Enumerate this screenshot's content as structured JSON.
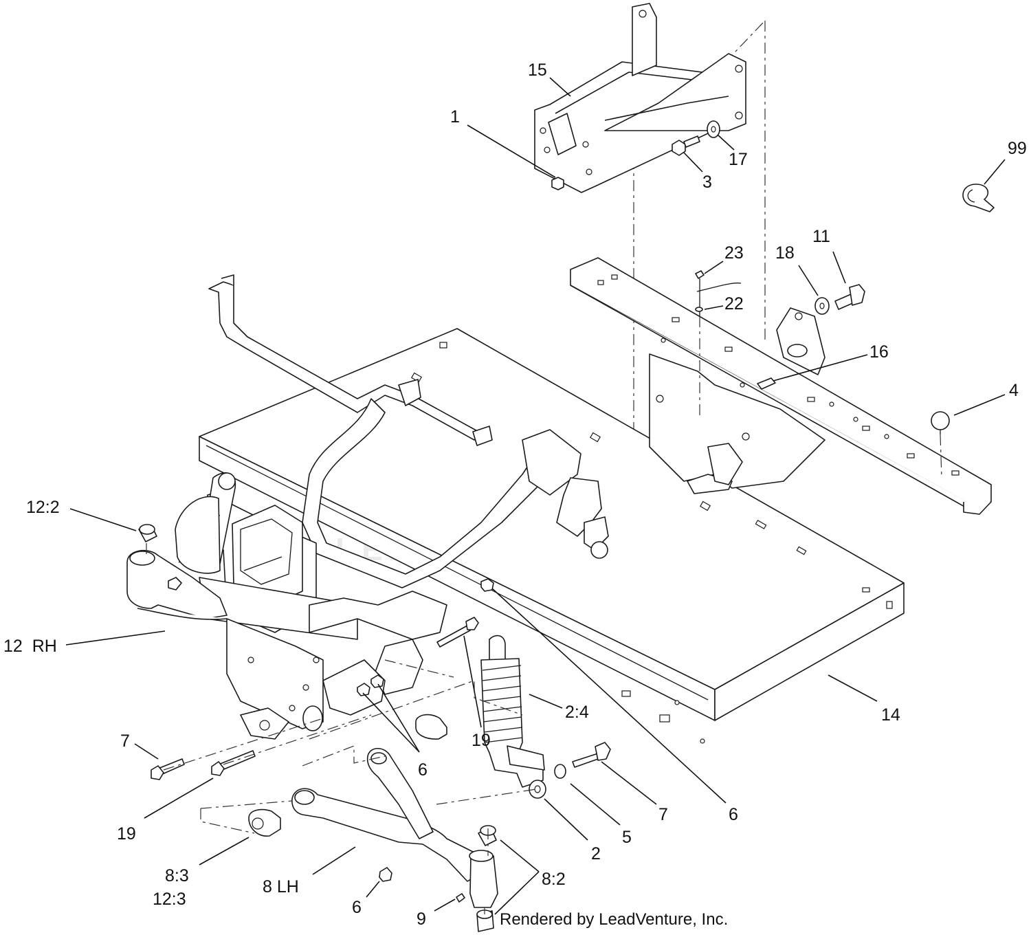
{
  "diagram": {
    "callouts": [
      {
        "id": "c1",
        "label": "1"
      },
      {
        "id": "c15",
        "label": "15"
      },
      {
        "id": "c17",
        "label": "17"
      },
      {
        "id": "c3",
        "label": "3"
      },
      {
        "id": "c99",
        "label": "99"
      },
      {
        "id": "c23",
        "label": "23"
      },
      {
        "id": "c18",
        "label": "18"
      },
      {
        "id": "c11",
        "label": "11"
      },
      {
        "id": "c22",
        "label": "22"
      },
      {
        "id": "c16",
        "label": "16"
      },
      {
        "id": "c4",
        "label": "4"
      },
      {
        "id": "c12_2",
        "label": "12:2"
      },
      {
        "id": "c12rh",
        "label": "12  RH"
      },
      {
        "id": "c14",
        "label": "14"
      },
      {
        "id": "c2_4",
        "label": "2:4"
      },
      {
        "id": "c19a",
        "label": "19"
      },
      {
        "id": "c7a",
        "label": "7"
      },
      {
        "id": "c6a",
        "label": "6"
      },
      {
        "id": "c7b",
        "label": "7"
      },
      {
        "id": "c6b",
        "label": "6"
      },
      {
        "id": "c19b",
        "label": "19"
      },
      {
        "id": "c5",
        "label": "5"
      },
      {
        "id": "c2",
        "label": "2"
      },
      {
        "id": "c8_3",
        "label": "8:3"
      },
      {
        "id": "c12_3",
        "label": "12:3"
      },
      {
        "id": "c8lh",
        "label": "8 LH"
      },
      {
        "id": "c8_2",
        "label": "8:2"
      },
      {
        "id": "c6c",
        "label": "6"
      },
      {
        "id": "c9",
        "label": "9"
      }
    ],
    "watermark": "LEADVENTURE",
    "credit": "Rendered by LeadVenture, Inc."
  }
}
